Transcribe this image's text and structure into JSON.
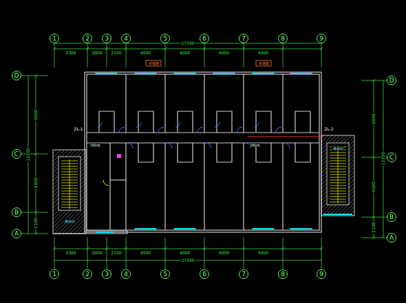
{
  "diagram": {
    "nodes": [
      {
        "text": [
          "1"
        ]
      },
      {
        "text": [
          "2"
        ]
      },
      {
        "text": [
          "3"
        ]
      },
      {
        "text": [
          "4"
        ]
      },
      {
        "text": [
          "5"
        ]
      },
      {
        "text": [
          "6"
        ]
      },
      {
        "text": [
          "7"
        ]
      },
      {
        "text": [
          "8"
        ]
      },
      {
        "text": [
          "9"
        ]
      },
      {
        "text": [
          "1"
        ]
      },
      {
        "text": [
          "2"
        ]
      },
      {
        "text": [
          "3"
        ]
      },
      {
        "text": [
          "4"
        ]
      },
      {
        "text": [
          "5"
        ]
      },
      {
        "text": [
          "6"
        ]
      },
      {
        "text": [
          "7"
        ]
      },
      {
        "text": [
          "8"
        ]
      },
      {
        "text": [
          "9"
        ]
      },
      {
        "text": [
          "D"
        ]
      },
      {
        "text": [
          "C"
        ]
      },
      {
        "text": [
          "B"
        ]
      },
      {
        "text": [
          "A"
        ]
      },
      {
        "text": [
          "D"
        ]
      },
      {
        "text": [
          "C"
        ]
      },
      {
        "text": [
          "B"
        ]
      },
      {
        "text": [
          "A"
        ]
      }
    ],
    "labels": [
      "3300",
      "3000",
      "2100",
      "4000",
      "4000",
      "4000",
      "4000",
      "27300",
      "3300",
      "3000",
      "2100",
      "4000",
      "4000",
      "4000",
      "4000",
      "27300",
      "6600",
      "4600",
      "2100",
      "13300",
      "6600",
      "4600",
      "2100",
      "13300",
      "ZL-1",
      "ZL-2",
      "排烟窗",
      "排烟窗",
      "消防栓",
      "消防栓",
      "楼梯间",
      "楼梯间"
    ]
  }
}
